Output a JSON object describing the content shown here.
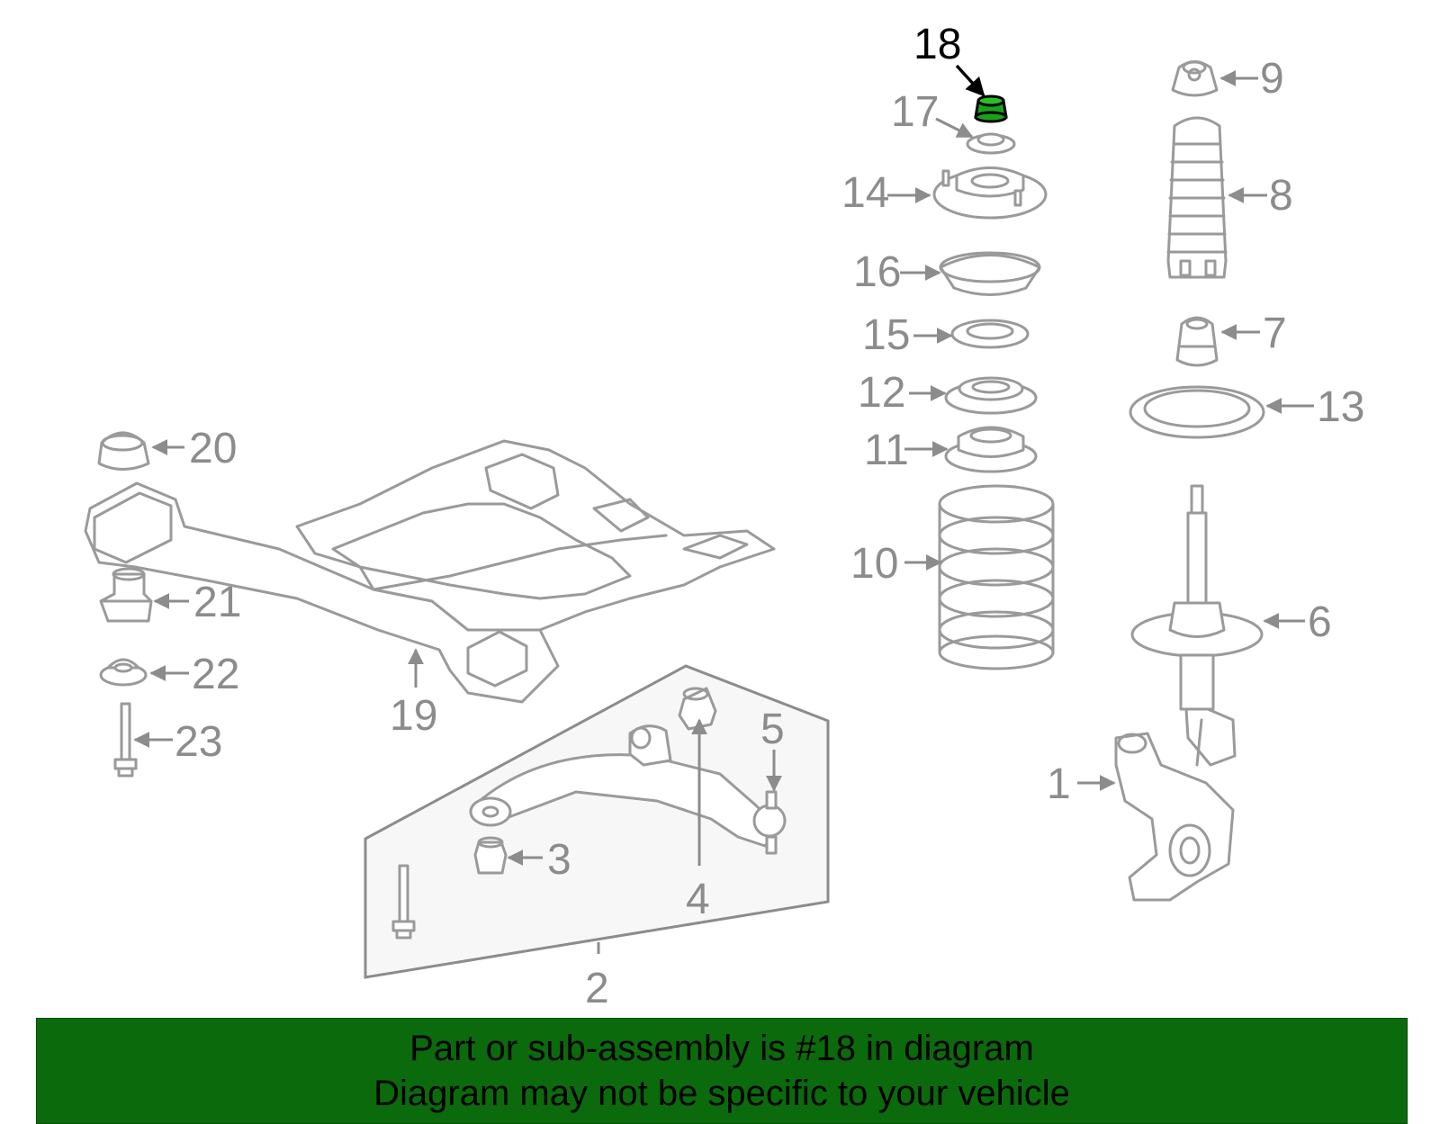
{
  "highlight": {
    "part_number": "18",
    "color": "#0b6a0b"
  },
  "labels": {
    "p1": "1",
    "p2": "2",
    "p3": "3",
    "p4": "4",
    "p5": "5",
    "p6": "6",
    "p7": "7",
    "p8": "8",
    "p9": "9",
    "p10": "10",
    "p11": "11",
    "p12": "12",
    "p13": "13",
    "p14": "14",
    "p15": "15",
    "p16": "16",
    "p17": "17",
    "p18": "18",
    "p19": "19",
    "p20": "20",
    "p21": "21",
    "p22": "22",
    "p23": "23"
  },
  "banner": {
    "line1": "Part or sub-assembly is #18 in diagram",
    "line2": "Diagram may not be specific to your vehicle",
    "background": "#0b6a0b"
  }
}
